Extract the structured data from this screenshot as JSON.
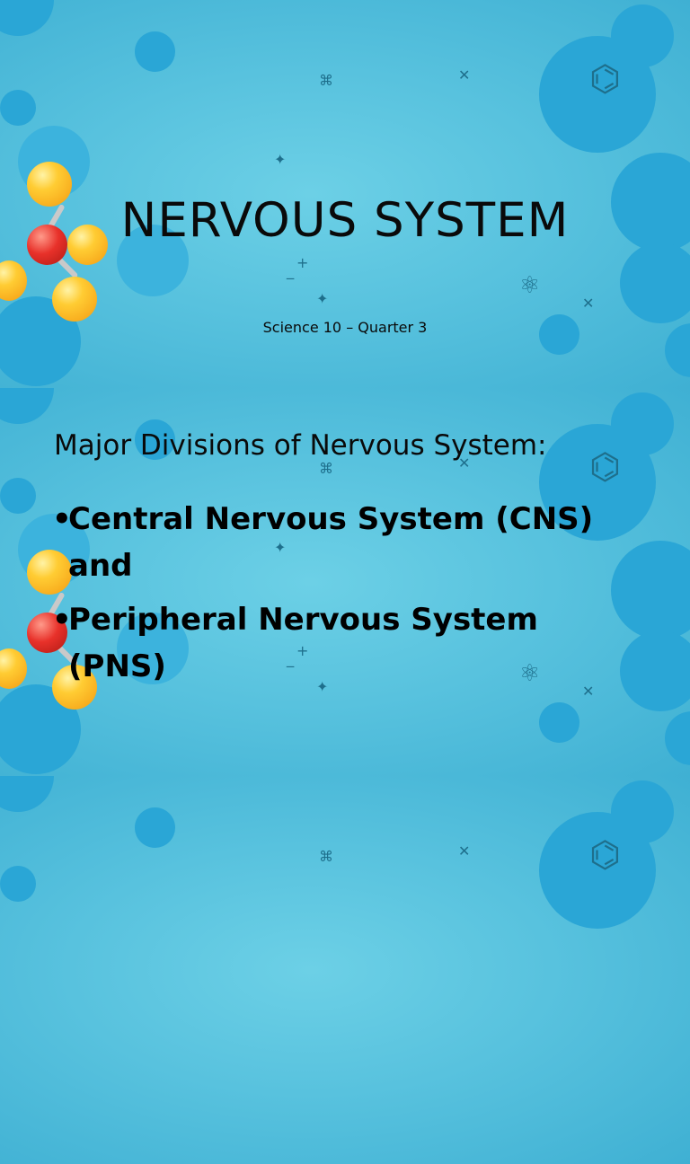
{
  "slide1": {
    "title": "NERVOUS SYSTEM",
    "subtitle": "Science 10 – Quarter 3"
  },
  "slide2": {
    "heading": "Major Divisions of Nervous System:",
    "bullets": [
      {
        "marker": "•",
        "text": "Central Nervous System (CNS) and"
      },
      {
        "marker": "•",
        "text": "Peripheral Nervous System (PNS)"
      }
    ]
  },
  "decorations": {
    "molecule_colors": {
      "orange": "#f49b12",
      "red": "#e8312a"
    },
    "bubble_color": "#2aa6d6",
    "background_color": "#58c2de"
  }
}
